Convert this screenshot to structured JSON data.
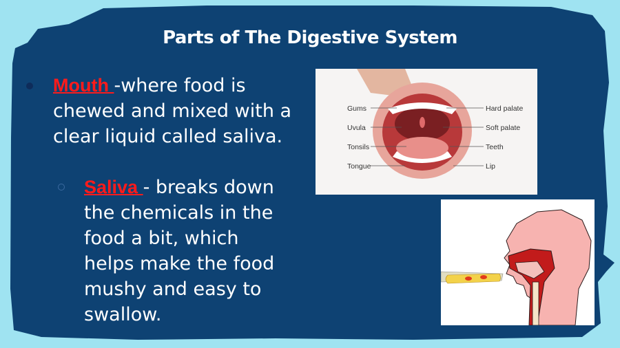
{
  "slide": {
    "title": "Parts of The Digestive System",
    "mouth_term": "Mouth ",
    "mouth_text": "-where food is chewed and mixed with a clear liquid called saliva.",
    "saliva_term": "Saliva ",
    "saliva_text": "- breaks down the chemicals in the food a bit, which helps make the food mushy and easy to swallow."
  },
  "mouth_diagram": {
    "left_labels": [
      "Gums",
      "Uvula",
      "Tonsils",
      "Tongue"
    ],
    "right_labels": [
      "Hard palate",
      "Soft palate",
      "Teeth",
      "Lip"
    ]
  },
  "colors": {
    "background": "#9fe3f1",
    "panel": "#0e4273",
    "accent_term": "#ff1b1b",
    "text": "#ffffff"
  }
}
